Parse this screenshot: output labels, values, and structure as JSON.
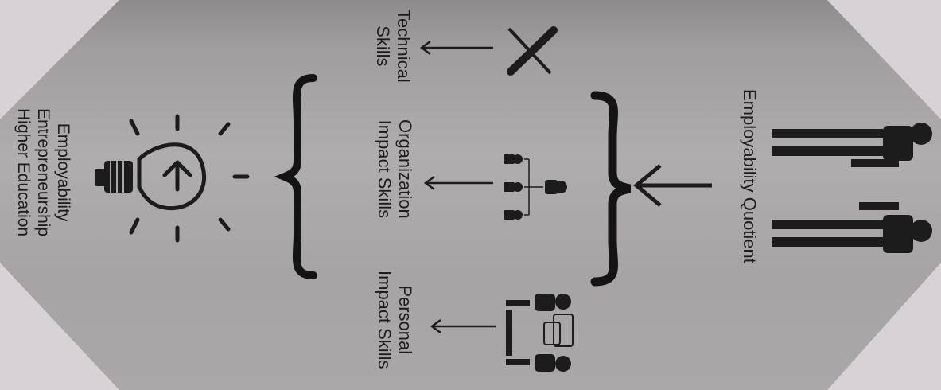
{
  "title": "Employability Quotient",
  "components": [
    {
      "label_line1": "Technical",
      "label_line2": "Skills",
      "icon": "pencil-ruler-icon"
    },
    {
      "label_line1": "Organization",
      "label_line2": "Impact Skills",
      "icon": "org-chart-icon"
    },
    {
      "label_line1": "Personal",
      "label_line2": "Impact Skills",
      "icon": "meeting-icon"
    }
  ],
  "outcomes": {
    "line1": "Employability",
    "line2": "Entrepreneurship",
    "line3": "Higher Education",
    "icon": "lightbulb-icon"
  },
  "people_icon": "two-people-icon",
  "colors": {
    "background": "#a9a6a7",
    "ink": "#1d1d1d"
  }
}
